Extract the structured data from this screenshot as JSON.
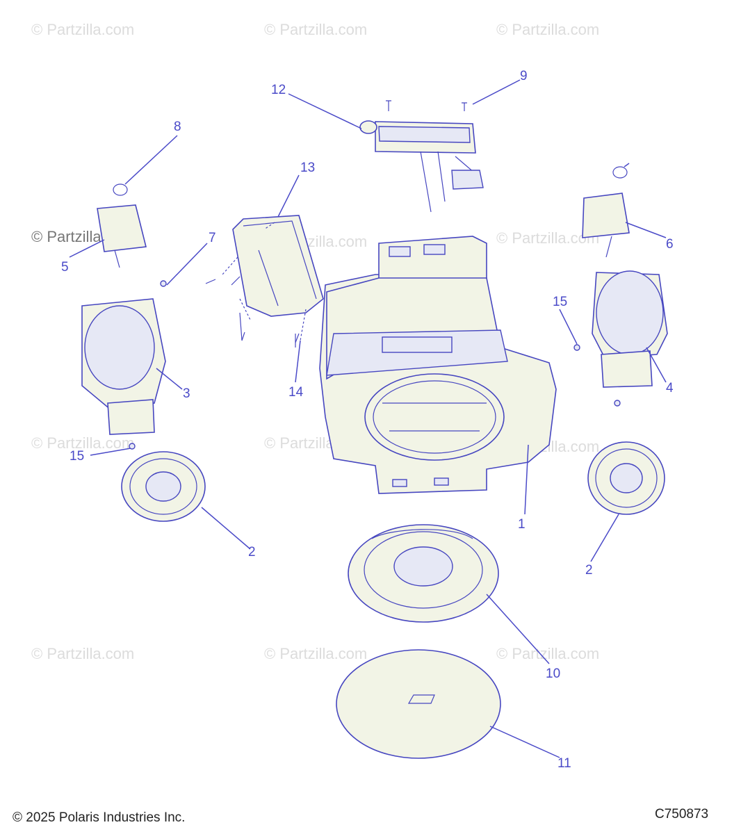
{
  "watermark": {
    "text": "© Partzilla.com",
    "overlay_text": "© Partzilla.com"
  },
  "callouts": [
    "1",
    "2",
    "2",
    "3",
    "4",
    "5",
    "6",
    "7",
    "8",
    "9",
    "10",
    "11",
    "12",
    "13",
    "14",
    "15",
    "15"
  ],
  "footer": {
    "copyright": "© 2025 Polaris Industries Inc.",
    "diagram_code": "C750873"
  },
  "colors": {
    "line": "#4646c0",
    "part_fill": "#f2f4e6",
    "watermark": "#dcdcdc"
  }
}
